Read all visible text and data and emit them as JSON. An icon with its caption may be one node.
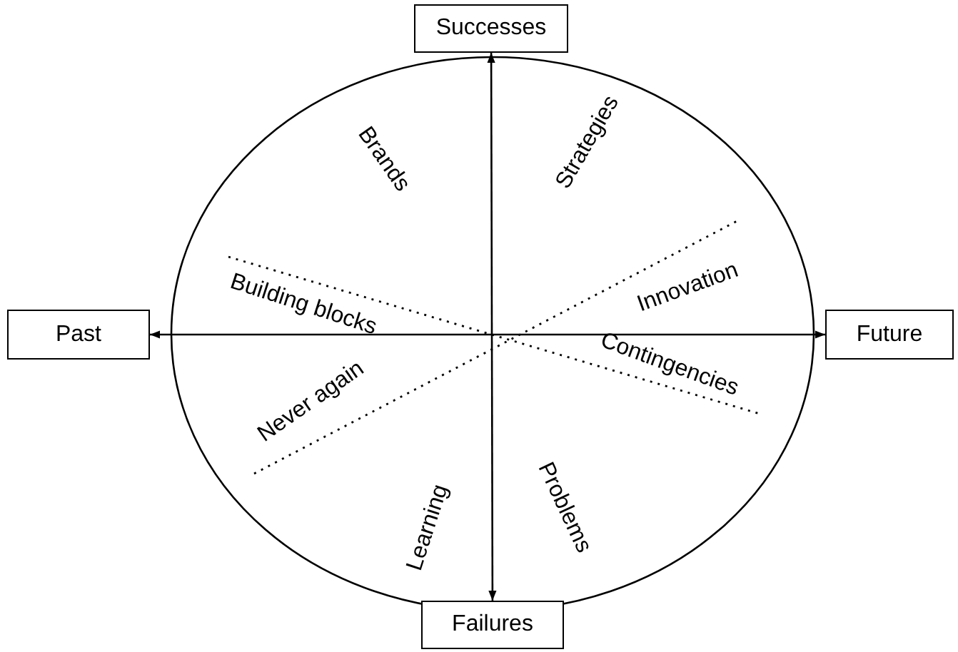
{
  "diagram": {
    "nodes": [
      {
        "text": [
          "Successes"
        ]
      },
      {
        "text": [
          "Past"
        ]
      },
      {
        "text": [
          "Future"
        ]
      },
      {
        "text": [
          "Failures"
        ]
      }
    ],
    "edges": [
      {
        "from": 0,
        "to": 3,
        "arrow": "both"
      },
      {
        "from": 1,
        "to": 2,
        "arrow": "both"
      }
    ],
    "labels": [
      "Brands",
      "Strategies",
      "Building blocks",
      "Innovation",
      "Never again",
      "Contingencies",
      "Learning",
      "Problems"
    ]
  }
}
